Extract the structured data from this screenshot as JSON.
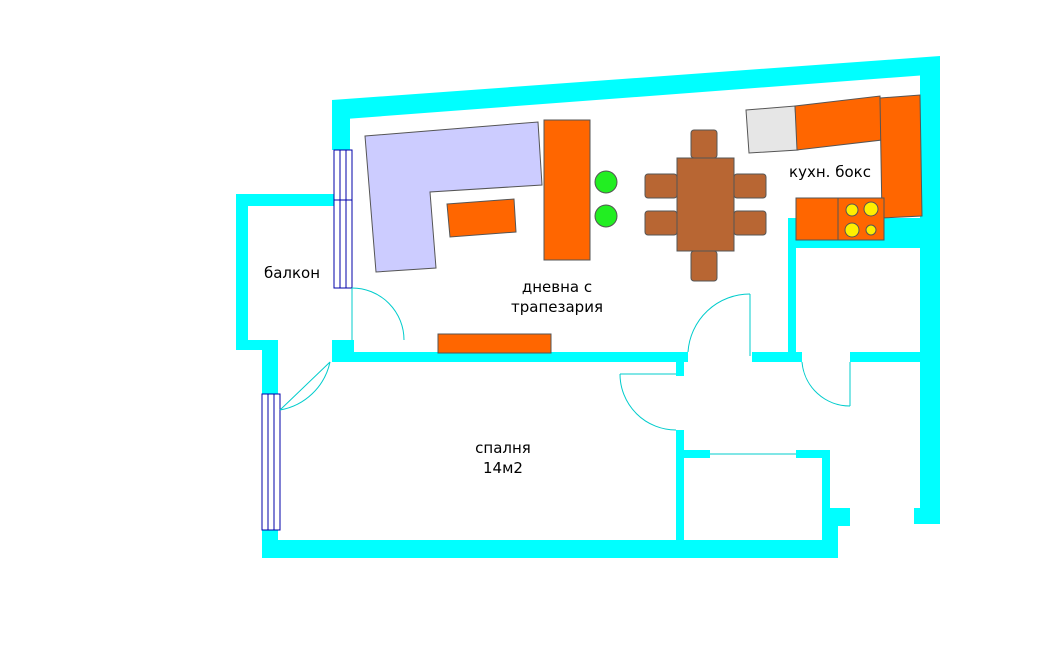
{
  "colors": {
    "wall": "#00ffff",
    "furniture_orange": "#ff6600",
    "sofa": "#ccccff",
    "table_brown": "#b86633",
    "plant_green": "#22ee22",
    "appliance_gray": "#e6e6e6",
    "burner_yellow": "#ffee00",
    "window_blue": "#0000aa",
    "door_arc": "#00cccc"
  },
  "rooms": {
    "balcony": "балкон",
    "living_dining_line1": "дневна с",
    "living_dining_line2": "трапезария",
    "kitchen": "кухн. бокс",
    "bedroom_line1": "спалня",
    "bedroom_line2": "14м2"
  }
}
